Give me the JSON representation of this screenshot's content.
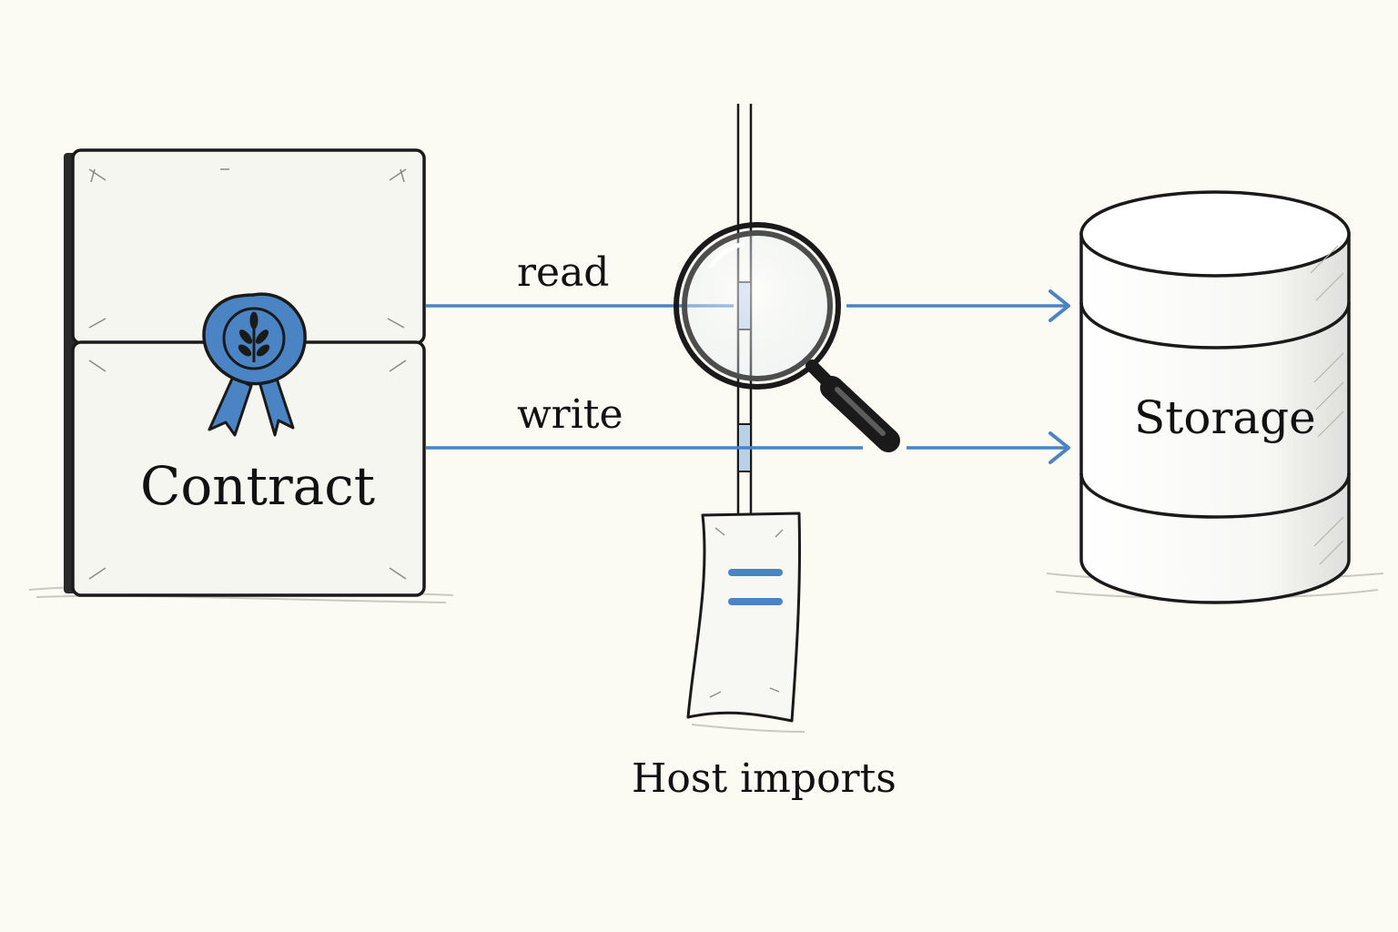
{
  "nodes": {
    "contract": {
      "label": "Contract"
    },
    "storage": {
      "label": "Storage"
    },
    "host": {
      "label": "Host imports"
    }
  },
  "edges": {
    "read": {
      "label": "read"
    },
    "write": {
      "label": "write"
    }
  },
  "colors": {
    "accent": "#4a84c4",
    "ink": "#1a1a1a",
    "paper": "#fcfbf3",
    "panel": "#f6f6f1"
  },
  "icons": {
    "seal": "wax-seal-ribbon-icon",
    "inspector": "magnifying-glass-icon",
    "tag": "paper-tag-icon"
  }
}
